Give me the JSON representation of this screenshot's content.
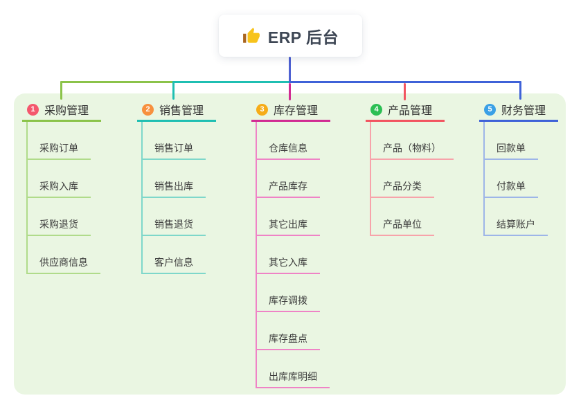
{
  "root": {
    "title": "ERP 后台",
    "icon": "thumbs-up-icon"
  },
  "branches": [
    {
      "num": "1",
      "label": "采购管理",
      "badge_color": "#f4576d",
      "line_color": "#8bc34a",
      "child_line_color": "#b0db8a",
      "children": [
        "采购订单",
        "采购入库",
        "采购退货",
        "供应商信息"
      ]
    },
    {
      "num": "2",
      "label": "销售管理",
      "badge_color": "#f7903e",
      "line_color": "#1fbfb2",
      "child_line_color": "#7ed7ca",
      "children": [
        "销售订单",
        "销售出库",
        "销售退货",
        "客户信息"
      ]
    },
    {
      "num": "3",
      "label": "库存管理",
      "badge_color": "#f6ac18",
      "line_color": "#d12b92",
      "child_line_color": "#ef83c6",
      "children": [
        "仓库信息",
        "产品库存",
        "其它出库",
        "其它入库",
        "库存调拨",
        "库存盘点",
        "出库库明细"
      ]
    },
    {
      "num": "4",
      "label": "产品管理",
      "badge_color": "#2cbf54",
      "line_color": "#f25460",
      "child_line_color": "#f7a3aa",
      "children": [
        "产品（物料）",
        "产品分类",
        "产品单位"
      ]
    },
    {
      "num": "5",
      "label": "财务管理",
      "badge_color": "#3aa0e6",
      "line_color": "#3f62d8",
      "child_line_color": "#9db5e8",
      "children": [
        "回款单",
        "付款单",
        "结算账户"
      ]
    }
  ],
  "connectors": {
    "stem_color": "#4e61d2"
  },
  "canvas": {
    "panel_bg": "#eaf6e2",
    "page_bg": "#ffffff"
  }
}
